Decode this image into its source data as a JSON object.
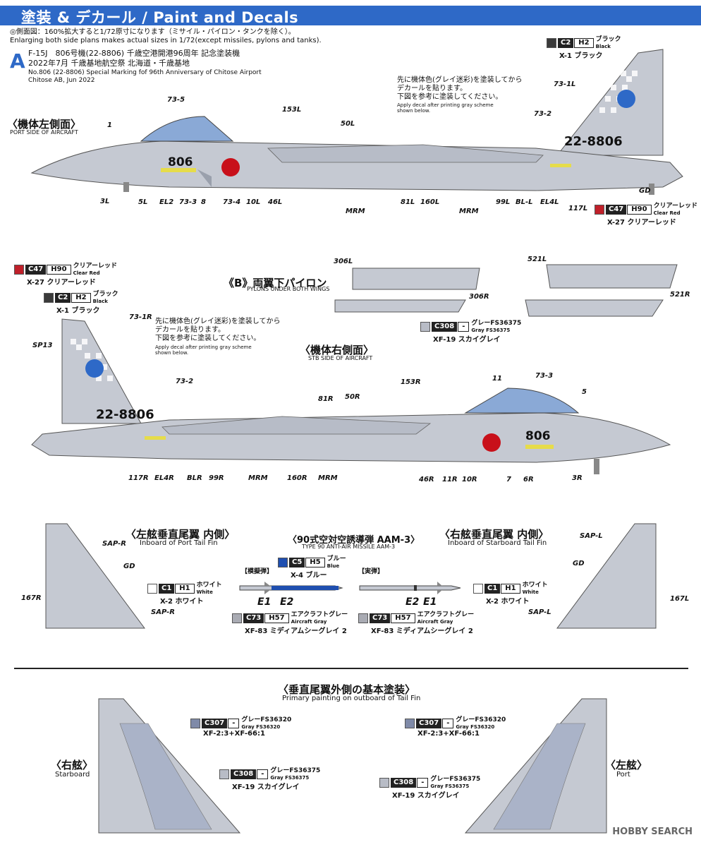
{
  "header": {
    "title": "塗装 & デカール / Paint and Decals"
  },
  "notes": {
    "scale_jp": "◎側面図：160%拡大すると1/72原寸になります（ミサイル・パイロン・タンクを除く）。",
    "scale_en": "Enlarging both side plans makes actual sizes in 1/72(except missiles, pylons and tanks)."
  },
  "variant": {
    "letter": "A",
    "line1": "F-15J　806号機(22-8806) 千歳空港開港96周年 記念塗装機",
    "line2": "2022年7月 千歳基地航空祭 北海道・千歳基地",
    "line3": "No.806 (22-8806) Special Marking fof 96th Anniversary of Chitose Airport",
    "line4": "Chitose AB, Jun 2022"
  },
  "port": {
    "title": "〈機体左側面〉",
    "sub": "PORT SIDE OF AIRCRAFT",
    "instr1": "先に機体色(グレイ迷彩)を塗装してから",
    "instr2": "デカールを貼ります。",
    "instr3": "下図を参考に塗装してください。",
    "instr_en1": "Apply decal after printing gray scheme",
    "instr_en2": "shown below.",
    "nose_number": "806",
    "tail_number": "22-8806",
    "labels": [
      "73-5",
      "153L",
      "1",
      "50L",
      "73-1L",
      "73-2",
      "GD",
      "3L",
      "5L",
      "EL2",
      "73-3",
      "8",
      "73-4",
      "10L",
      "46L",
      "MRM",
      "81L",
      "160L",
      "MRM",
      "99L",
      "BL-L",
      "EL4L",
      "117L"
    ]
  },
  "colors_top": [
    {
      "code": "C2",
      "h": "H2",
      "jp": "ブラック",
      "en": "Black",
      "x": "X-1 ブラック",
      "swatch": "#3a3a3a"
    },
    {
      "code": "C47",
      "h": "H90",
      "jp": "クリアーレッド",
      "en": "Clear Red",
      "x": "X-27 クリアーレッド",
      "swatch": "#c0202a"
    }
  ],
  "colors_stb": [
    {
      "code": "C47",
      "h": "H90",
      "jp": "クリアーレッド",
      "en": "Clear Red",
      "x": "X-27 クリアーレッド",
      "swatch": "#c0202a"
    },
    {
      "code": "C2",
      "h": "H2",
      "jp": "ブラック",
      "en": "Black",
      "x": "X-1 ブラック",
      "swatch": "#3a3a3a"
    }
  ],
  "pylons": {
    "title": "《B》両翼下パイロン",
    "sub": "PYLONS UNDER BOTH WINGS",
    "labels": [
      "306L",
      "306R",
      "521L",
      "521R"
    ],
    "color": {
      "code": "C308",
      "h": "-",
      "jp": "グレーFS36375",
      "en": "Gray FS36375",
      "x": "XF-19 スカイグレイ",
      "swatch": "#b8bcc6"
    }
  },
  "stb": {
    "title": "〈機体右側面〉",
    "sub": "STB SIDE OF AIRCRAFT",
    "instr1": "先に機体色(グレイ迷彩)を塗装してから",
    "instr2": "デカールを貼ります。",
    "instr3": "下図を参考に塗装してください。",
    "instr_en1": "Apply decal after printing gray scheme",
    "instr_en2": "shown below.",
    "nose_number": "806",
    "tail_number": "22-8806",
    "labels": [
      "73-1R",
      "SP13",
      "73-2",
      "153R",
      "11",
      "73-3",
      "5",
      "81R",
      "50R",
      "117R",
      "EL4R",
      "BLR",
      "99R",
      "MRM",
      "160R",
      "MRM",
      "46R",
      "11R",
      "10R",
      "7",
      "6R",
      "3R"
    ]
  },
  "fins": {
    "left_title": "〈左舷垂直尾翼 内側〉",
    "left_sub": "Inboard of Port Tail Fin",
    "right_title": "〈右舷垂直尾翼 内側〉",
    "right_sub": "Inboard of Starboard Tail Fin",
    "left_labels": [
      "SAP-R",
      "GD",
      "167R",
      "SAP-R"
    ],
    "right_labels": [
      "SAP-L",
      "GD",
      "167L",
      "SAP-L"
    ]
  },
  "missile": {
    "title": "〈90式空対空誘導弾 AAM-3〉",
    "sub": "TYPE 90 ANTI-AIR MISSILE AAM-3",
    "dummy": "【模擬弾】",
    "live": "【実弾】",
    "e1": "E1",
    "e2": "E2",
    "blue": {
      "code": "C5",
      "h": "H5",
      "jp": "ブルー",
      "en": "Blue",
      "x": "X-4 ブルー",
      "swatch": "#1f4fb0"
    },
    "white": {
      "code": "C1",
      "h": "H1",
      "jp": "ホワイト",
      "en": "White",
      "x": "X-2 ホワイト",
      "swatch": "#ffffff"
    },
    "gray": {
      "code": "C73",
      "h": "H57",
      "jp": "エアクラフトグレー",
      "en": "Aircraft Gray",
      "x": "XF-83 ミディアムシーグレイ 2",
      "swatch": "#a9abb3"
    }
  },
  "primary": {
    "title": "〈垂直尾翼外側の基本塗装〉",
    "sub": "Primary painting on outboard of Tail Fin",
    "stb_jp": "〈右舷〉",
    "stb_en": "Starboard",
    "port_jp": "〈左舷〉",
    "port_en": "Port",
    "c307": {
      "code": "C307",
      "h": "-",
      "jp": "グレーFS36320",
      "en": "Gray FS36320",
      "x": "XF-2:3+XF-66:1",
      "swatch": "#7f8aa8"
    },
    "c308": {
      "code": "C308",
      "h": "-",
      "jp": "グレーFS36375",
      "en": "Gray FS36375",
      "x": "XF-19 スカイグレイ",
      "swatch": "#b8bcc6"
    }
  },
  "watermark": "HOBBY SEARCH"
}
